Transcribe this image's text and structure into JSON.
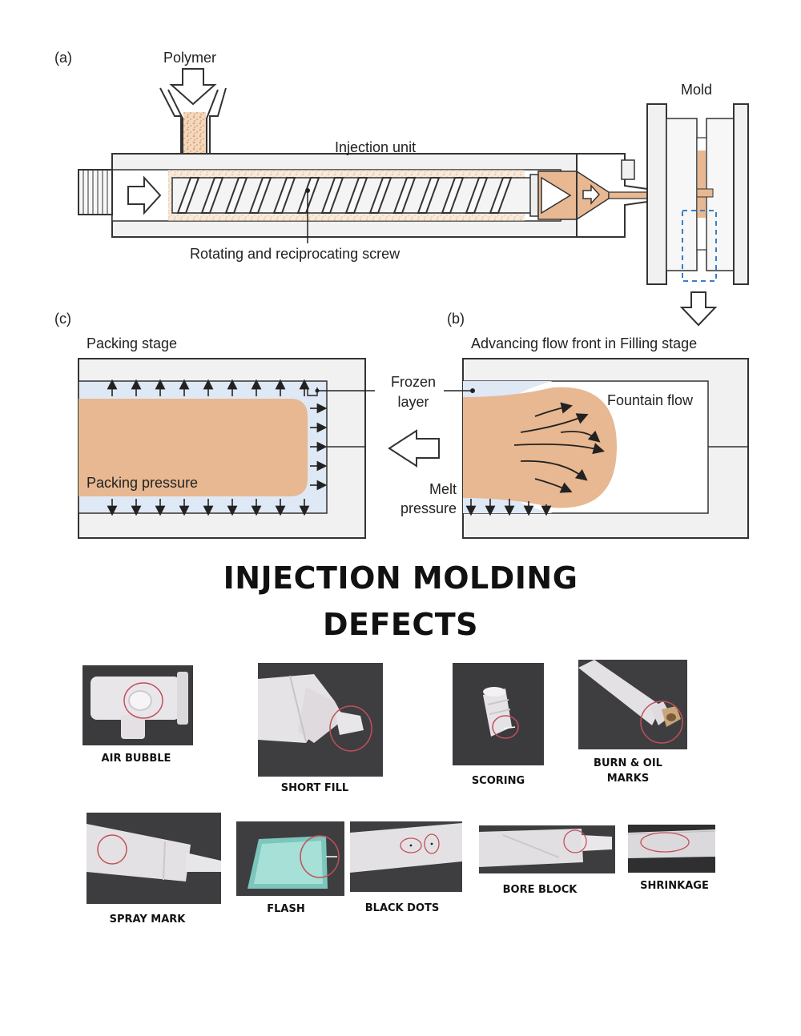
{
  "figure": {
    "panel_a": "(a)",
    "panel_b": "(b)",
    "panel_c": "(c)",
    "polymer": "Polymer",
    "injection_unit": "Injection unit",
    "mold": "Mold",
    "screw": "Rotating and reciprocating screw",
    "packing_stage": "Packing stage",
    "filling_stage": "Advancing flow front in Filling stage",
    "frozen_layer_1": "Frozen",
    "frozen_layer_2": "layer",
    "fountain_flow": "Fountain flow",
    "packing_pressure": "Packing pressure",
    "melt_pressure_1": "Melt",
    "melt_pressure_2": "pressure"
  },
  "title": {
    "line1": "INJECTION MOLDING",
    "line2": "DEFECTS"
  },
  "defects": {
    "air_bubble": "AIR BUBBLE",
    "short_fill": "SHORT FILL",
    "scoring": "SCORING",
    "burn_1": "BURN & OIL",
    "burn_2": "MARKS",
    "spray_mark": "SPRAY MARK",
    "flash": "FLASH",
    "black_dots": "BLACK DOTS",
    "bore_block": "BORE BLOCK",
    "shrinkage": "SHRINKAGE"
  },
  "colors": {
    "melt": "#e7b891",
    "frozen": "#dfe8f5",
    "housing": "#f1f1f1",
    "outline": "#333333",
    "circle_mark": "#c0505a"
  }
}
